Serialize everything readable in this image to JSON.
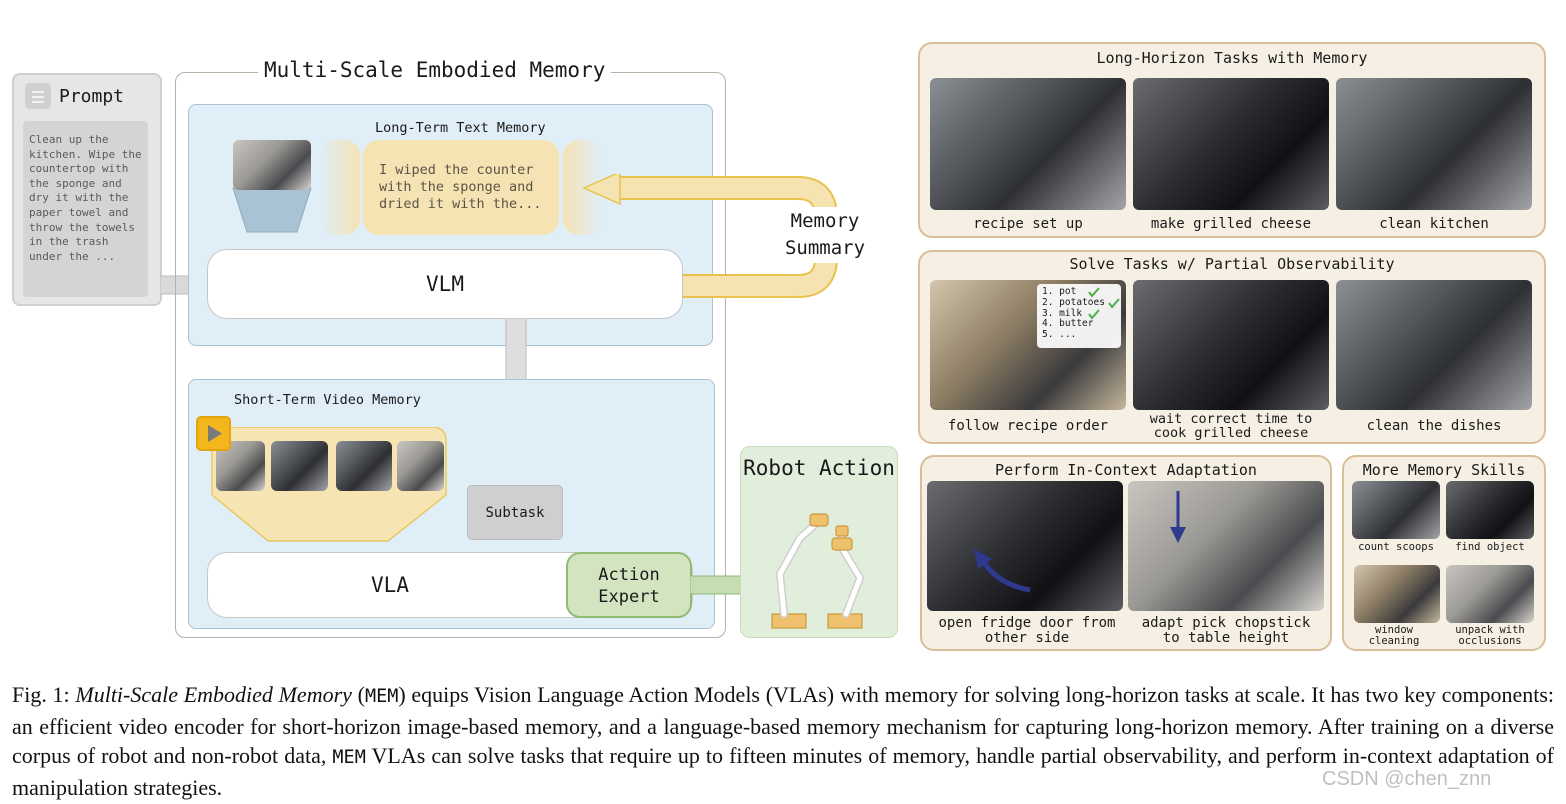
{
  "figure": {
    "main_title": "Multi-Scale Embodied Memory",
    "prompt": {
      "label": "Prompt",
      "text": "Clean up the kitchen. Wipe the countertop with the sponge and dry it with the paper towel and throw the towels in the trash under the ..."
    },
    "long_term": {
      "label": "Long-Term Text Memory",
      "memory_text": "I wiped the counter with the sponge and dried it with the..."
    },
    "vlm_label": "VLM",
    "memory_summary": "Memory Summary",
    "short_term": {
      "label": "Short-Term Video Memory"
    },
    "subtask_label": "Subtask",
    "vla_label": "VLA",
    "action_expert_label": "Action Expert",
    "robot_action_label": "Robot Action",
    "panels": {
      "long_horizon": {
        "title": "Long-Horizon Tasks with Memory",
        "captions": [
          "recipe set up",
          "make grilled cheese",
          "clean kitchen"
        ]
      },
      "partial_obs": {
        "title": "Solve Tasks w/ Partial Observability",
        "captions": [
          "follow recipe order",
          "wait correct time to cook grilled cheese",
          "clean the dishes"
        ],
        "checklist": [
          "1. pot",
          "2. potatoes",
          "3. milk",
          "4. butter",
          "5. ..."
        ]
      },
      "in_context": {
        "title": "Perform In-Context Adaptation",
        "captions": [
          "open fridge door from other side",
          "adapt pick chopstick to table height"
        ]
      },
      "more_skills": {
        "title": "More Memory Skills",
        "captions": [
          "count scoops",
          "find object",
          "window cleaning",
          "unpack with occlusions"
        ]
      }
    }
  },
  "caption": {
    "label": "Fig. 1:",
    "italic": "Multi-Scale Embodied Memory",
    "abbr": "MEM",
    "part1": "equips Vision Language Action Models (VLAs) with memory for solving long-horizon tasks at scale. It has two key components: an efficient video encoder for short-horizon image-based memory, and a language-based memory mechanism for capturing long-horizon memory. After training on a diverse corpus of robot and non-robot data,",
    "abbr2": "MEM",
    "part2": "VLAs can solve tasks that require up to fifteen minutes of memory, handle partial observability, and perform in-context adaptation of manipulation strategies."
  },
  "watermark": "CSDN @chen_znn",
  "colors": {
    "vlm_region": "#dfeef7",
    "memory_yellow": "#f5e3b4",
    "action_green": "#d2e5c0",
    "panel_bg": "#f6efe3",
    "panel_border": "#d9bf99"
  }
}
